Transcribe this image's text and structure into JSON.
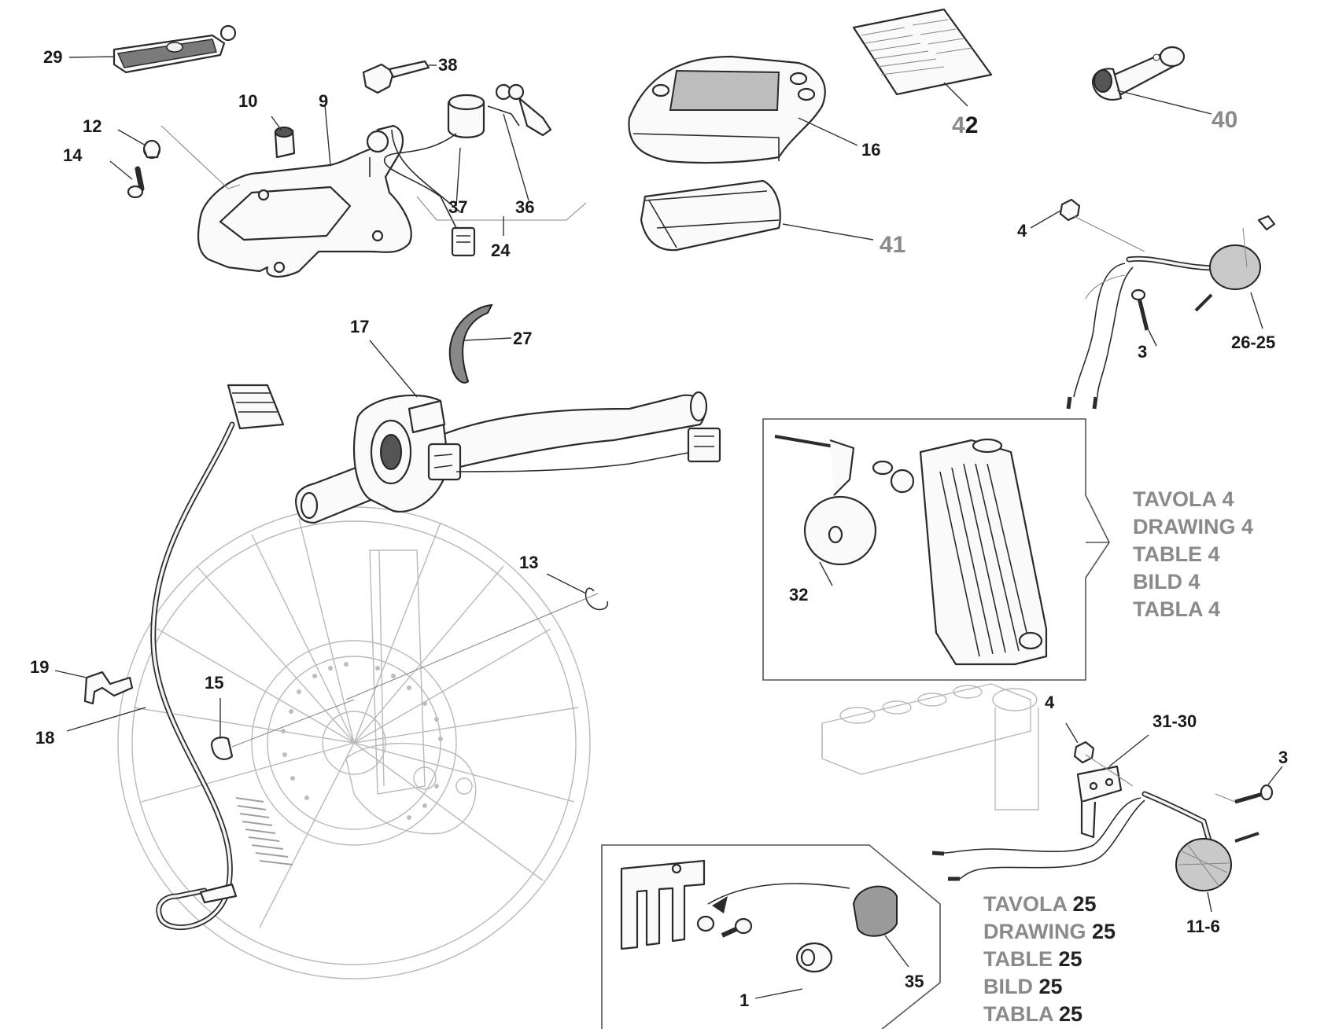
{
  "labels": {
    "l29": "29",
    "l38": "38",
    "l10": "10",
    "l9": "9",
    "l12": "12",
    "l14": "14",
    "l37": "37",
    "l36": "36",
    "l24": "24",
    "l16": "16",
    "l42a": "4",
    "l42b": "2",
    "l40": "40",
    "l41": "41",
    "l4a": "4",
    "l3a": "3",
    "l2625": "26-25",
    "l17": "17",
    "l27": "27",
    "l32": "32",
    "l13": "13",
    "l19": "19",
    "l15": "15",
    "l18": "18",
    "l4b": "4",
    "l3130": "31-30",
    "l3b": "3",
    "l116": "11-6",
    "l1": "1",
    "l35": "35"
  },
  "refs": {
    "table4": [
      {
        "word": "TAVOLA",
        "num": "4"
      },
      {
        "word": "DRAWING",
        "num": "4"
      },
      {
        "word": "TABLE",
        "num": "4"
      },
      {
        "word": "BILD",
        "num": "4"
      },
      {
        "word": "TABLA",
        "num": "4"
      }
    ],
    "table25": [
      {
        "word": "TAVOLA",
        "num": "25"
      },
      {
        "word": "DRAWING",
        "num": "25"
      },
      {
        "word": "TABLE",
        "num": "25"
      },
      {
        "word": "BILD",
        "num": "25"
      },
      {
        "word": "TABLA",
        "num": "25"
      }
    ]
  },
  "colors": {
    "ink": "#2b2b2b",
    "grey_label": "#8a8a8a",
    "ghost": "#b9b9b9"
  }
}
